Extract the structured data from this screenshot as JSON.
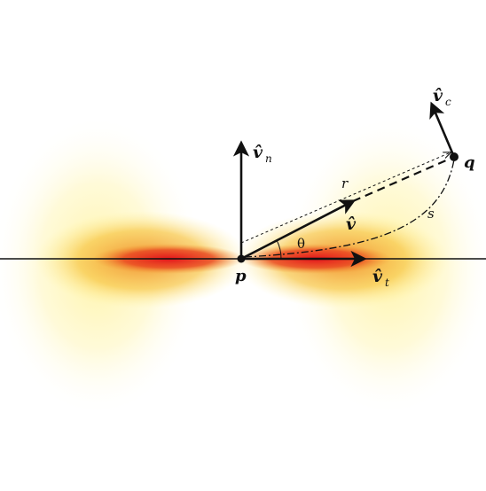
{
  "labels": {
    "p": "p",
    "q": "q",
    "r": "r",
    "s": "s",
    "theta": "θ",
    "v_hat": "v̂",
    "v_n": "v̂",
    "v_n_sub": "n",
    "v_t": "v̂",
    "v_t_sub": "t",
    "v_c": "v̂",
    "v_c_sub": "c"
  },
  "colors": {
    "background": "#ffffff",
    "heat_core": "#e8201a",
    "heat_mid": "#f5a623",
    "heat_outer": "#fff7b0",
    "ink": "#111111"
  }
}
